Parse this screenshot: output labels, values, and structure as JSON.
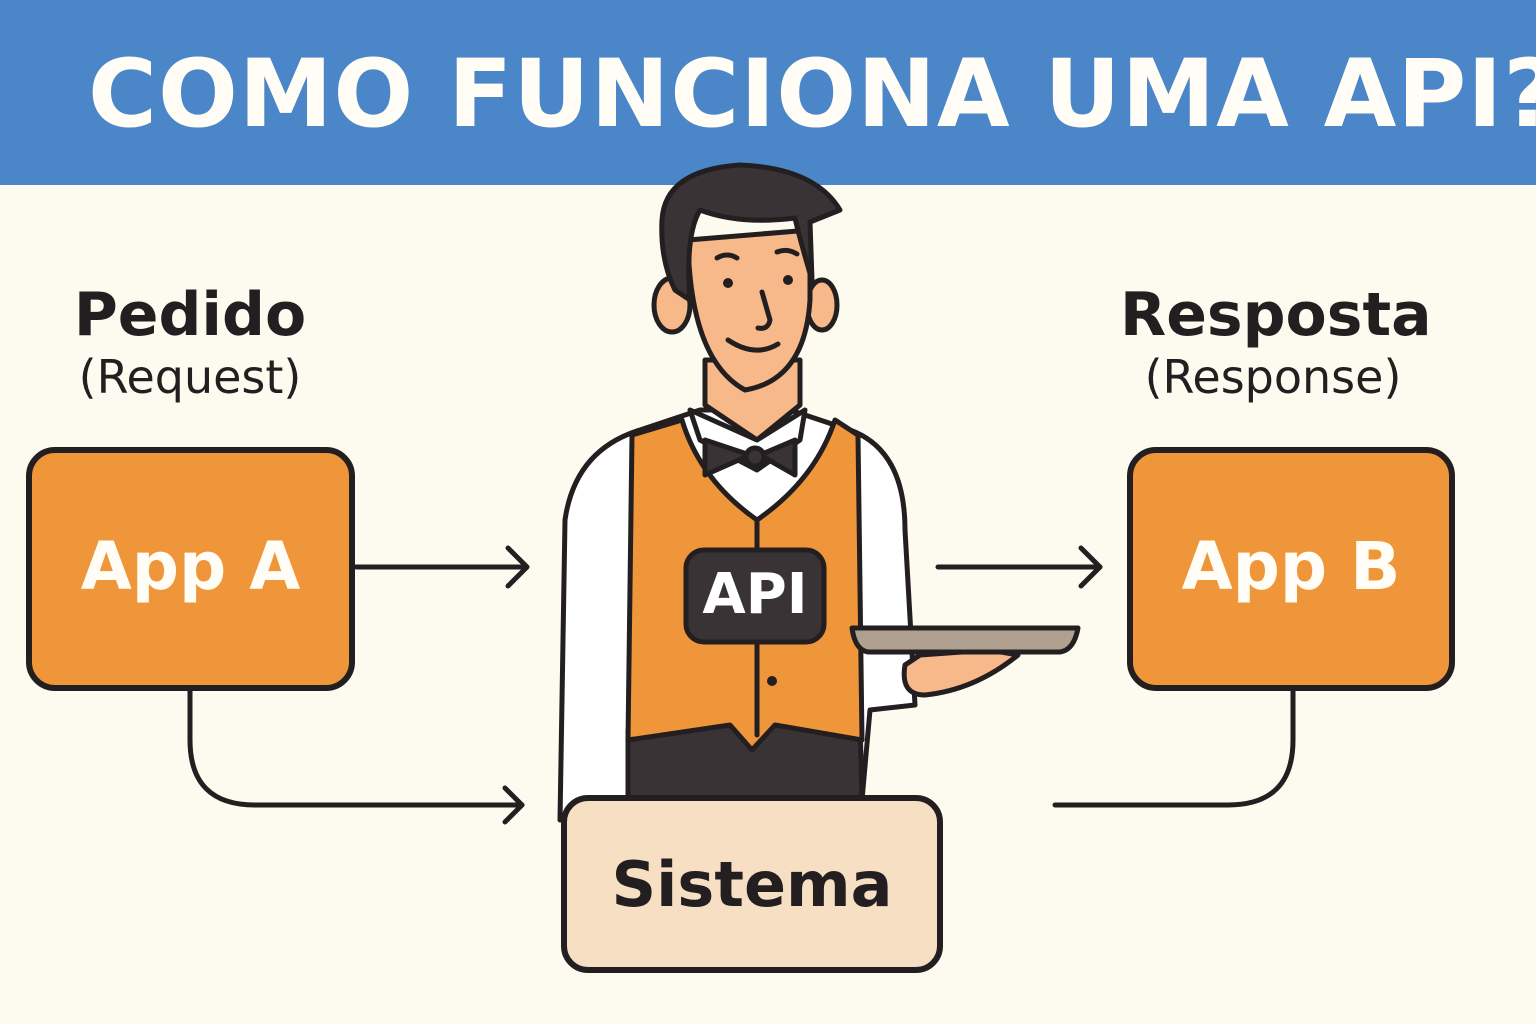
{
  "header": {
    "title": "COMO FUNCIONA UMA API?"
  },
  "left": {
    "label": "Pedido",
    "sublabel": "(Request)",
    "box": "App A"
  },
  "right": {
    "label": "Resposta",
    "sublabel": "(Response)",
    "box": "App B"
  },
  "waiter": {
    "badge": "API"
  },
  "bottom": {
    "box": "Sistema"
  },
  "colors": {
    "header": "#4A86C8",
    "background": "#FDFAF0",
    "app_box": "#F0963A",
    "system_box": "#F7DFC4",
    "outline": "#231F20"
  }
}
